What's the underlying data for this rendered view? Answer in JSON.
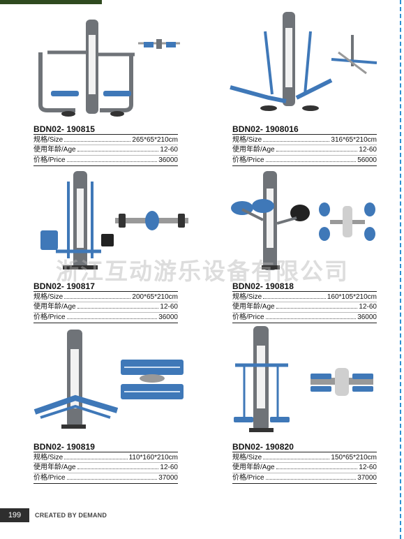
{
  "watermark": "浙江互动游乐设备有限公司",
  "footer": {
    "page_number": "199",
    "tagline": "CREATED BY DEMAND"
  },
  "labels": {
    "size": "规格/Size",
    "age": "使用年龄/Age",
    "price": "价格/Price"
  },
  "products": [
    {
      "code": "BDN02- 190815",
      "size": "265*65*210cm",
      "age": "12-60",
      "price": "36000"
    },
    {
      "code": "BDN02- 1908016",
      "size": "316*65*210cm",
      "age": "12-60",
      "price": "56000"
    },
    {
      "code": "BDN02- 190817",
      "size": "200*65*210cm",
      "age": "12-60",
      "price": "36000"
    },
    {
      "code": "BDN02- 190818",
      "size": "160*105*210cm",
      "age": "12-60",
      "price": "36000"
    },
    {
      "code": "BDN02- 190819",
      "size": "110*160*210cm",
      "age": "12-60",
      "price": "37000"
    },
    {
      "code": "BDN02- 190820",
      "size": "150*65*210cm",
      "age": "12-60",
      "price": "37000"
    }
  ],
  "colors": {
    "frame": "#6f7378",
    "accent": "#3f78b8",
    "panel": "#f2f2f2"
  }
}
